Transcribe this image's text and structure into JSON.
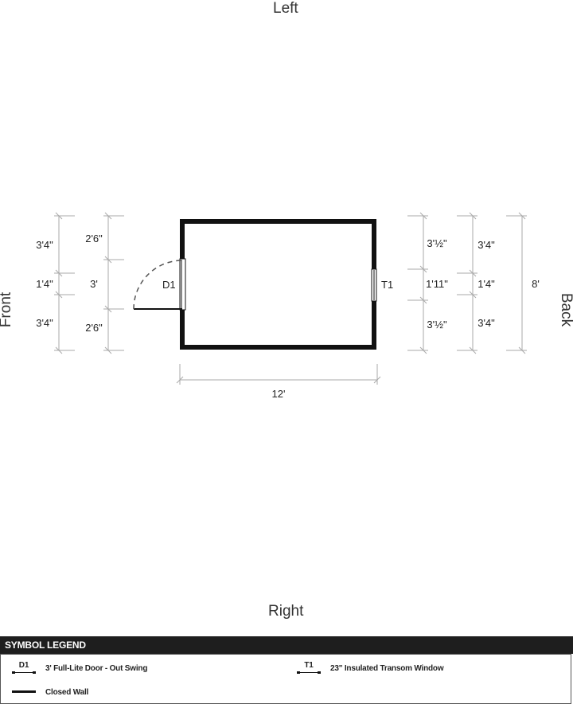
{
  "sides": {
    "top": "Left",
    "bottom": "Right",
    "left": "Front",
    "right": "Back"
  },
  "openings": {
    "door": "D1",
    "window": "T1"
  },
  "dimensions": {
    "front_outer": [
      "3'4\"",
      "1'4\"",
      "3'4\""
    ],
    "front_door": [
      "2'6\"",
      "3'",
      "2'6\""
    ],
    "back_window": [
      "3'½\"",
      "1'11\"",
      "3'½\""
    ],
    "back_outer": [
      "3'4\"",
      "1'4\"",
      "3'4\""
    ],
    "depth": "8'",
    "width": "12'"
  },
  "legend": {
    "title": "SYMBOL LEGEND",
    "items": [
      {
        "code": "D1",
        "label": "3' Full-Lite Door - Out Swing"
      },
      {
        "code": "T1",
        "label": "23\" Insulated Transom Window"
      },
      {
        "code": "",
        "label": "Closed Wall"
      }
    ]
  }
}
